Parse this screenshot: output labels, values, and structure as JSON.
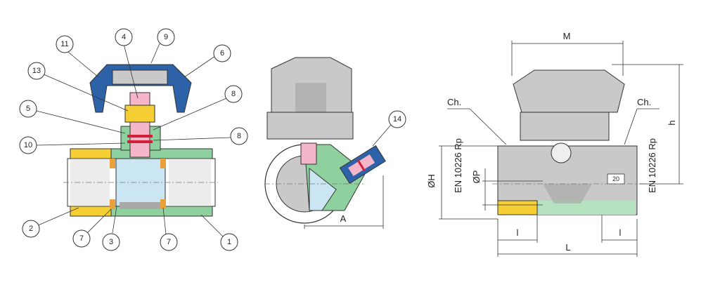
{
  "callouts": {
    "c1": "1",
    "c2": "2",
    "c3": "3",
    "c4": "4",
    "c5": "5",
    "c6": "6",
    "c7a": "7",
    "c7b": "7",
    "c8a": "8",
    "c8b": "8",
    "c9": "9",
    "c10": "10",
    "c11": "11",
    "c13": "13",
    "c14": "14"
  },
  "side_view": {
    "dim_a": "A"
  },
  "front_view": {
    "dim_m": "M",
    "dim_h": "h",
    "dim_oh": "ØH",
    "dim_op": "ØP",
    "dim_l": "L",
    "dim_l_left": "l",
    "dim_l_right": "l",
    "ch_left": "Ch.",
    "ch_right": "Ch.",
    "thread_left": "EN 10226 Rp",
    "thread_right": "EN 10226 Rp",
    "size_tag": "20"
  },
  "colors": {
    "body_green": "#8fd19e",
    "insert_yellow": "#f6cf35",
    "seal_orange": "#e9a23b",
    "handle_blue": "#2e62a8",
    "stem_pink": "#f4b6c8",
    "oring_red": "#d0203a",
    "ball_lightblue": "#c9e6f2",
    "handle_gray": "#c9c9c9"
  }
}
